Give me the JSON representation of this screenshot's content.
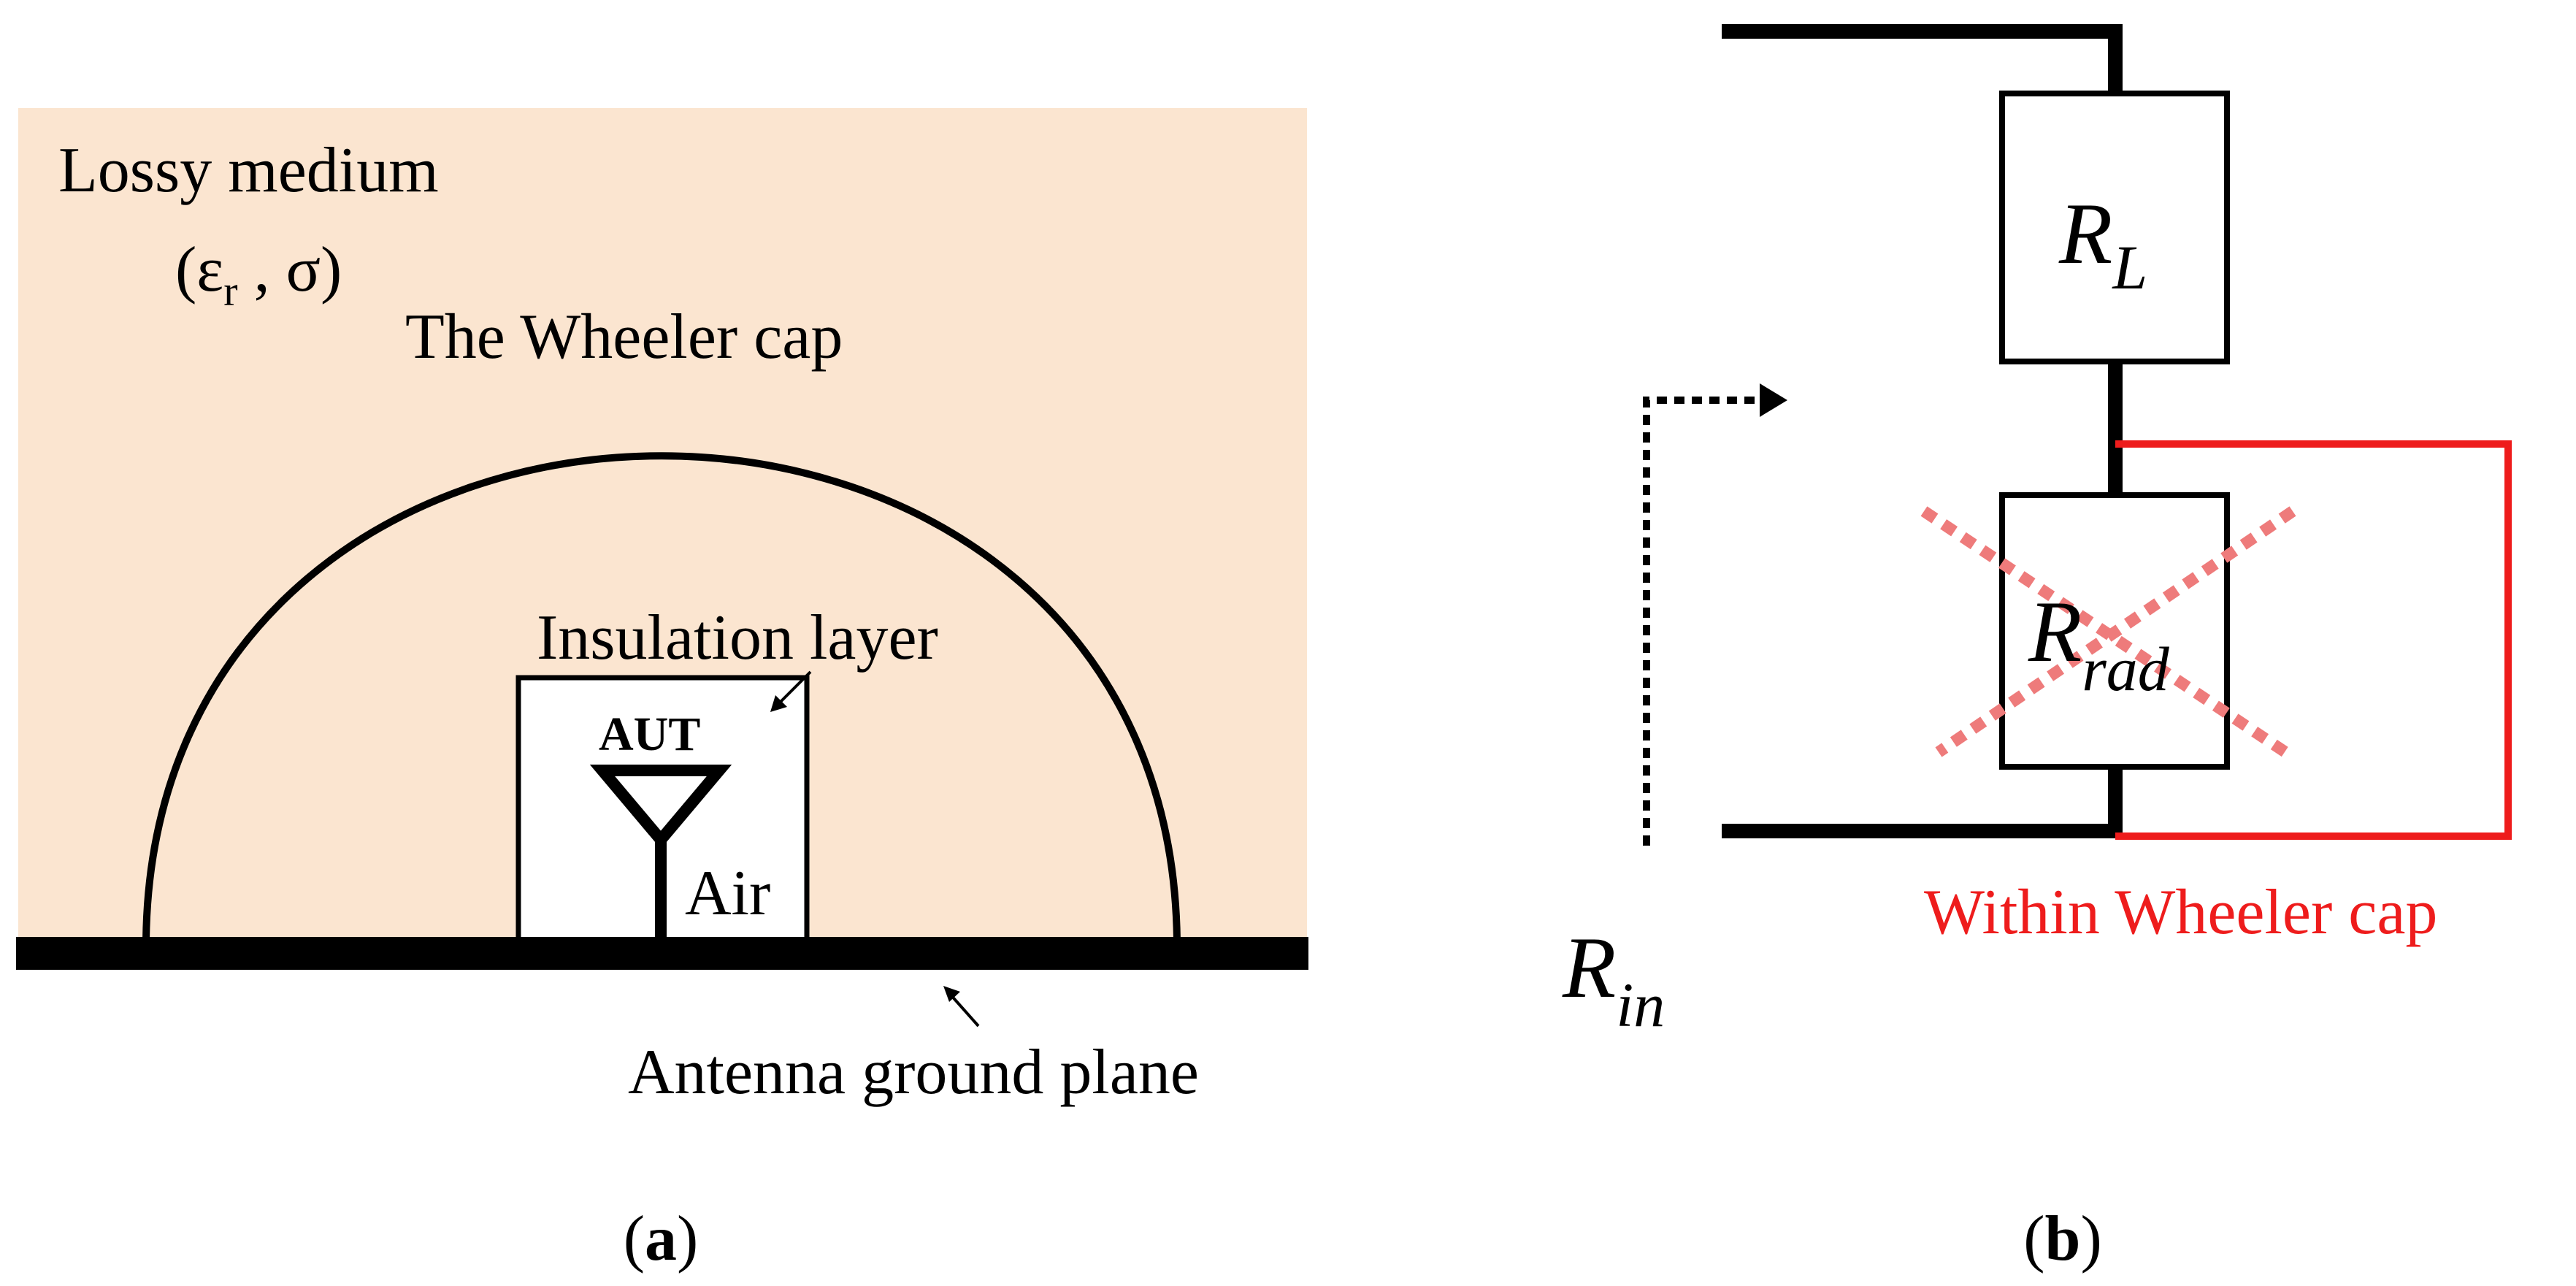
{
  "colors": {
    "medium_fill": "#fbe5d0",
    "line": "#000000",
    "red": "#ee1c1c",
    "cross": "#ee7b7b"
  },
  "panel_a": {
    "medium_label": "Lossy medium",
    "medium_params": "(εr , σ)",
    "medium_params_open": "(ε",
    "medium_params_sub": "r",
    "medium_params_close": " , σ)",
    "cap_label": "The Wheeler cap",
    "insulation_label": "Insulation layer",
    "aut_label": "AUT",
    "air_label": "Air",
    "ground_label": "Antenna ground plane",
    "caption": "(a)",
    "caption_letter": "a"
  },
  "panel_b": {
    "rl_main": "R",
    "rl_sub": "L",
    "rrad_main": "R",
    "rrad_sub": "rad",
    "rin_main": "R",
    "rin_sub": "in",
    "within_label": "Within Wheeler cap",
    "caption": "(b)",
    "caption_letter": "b"
  }
}
